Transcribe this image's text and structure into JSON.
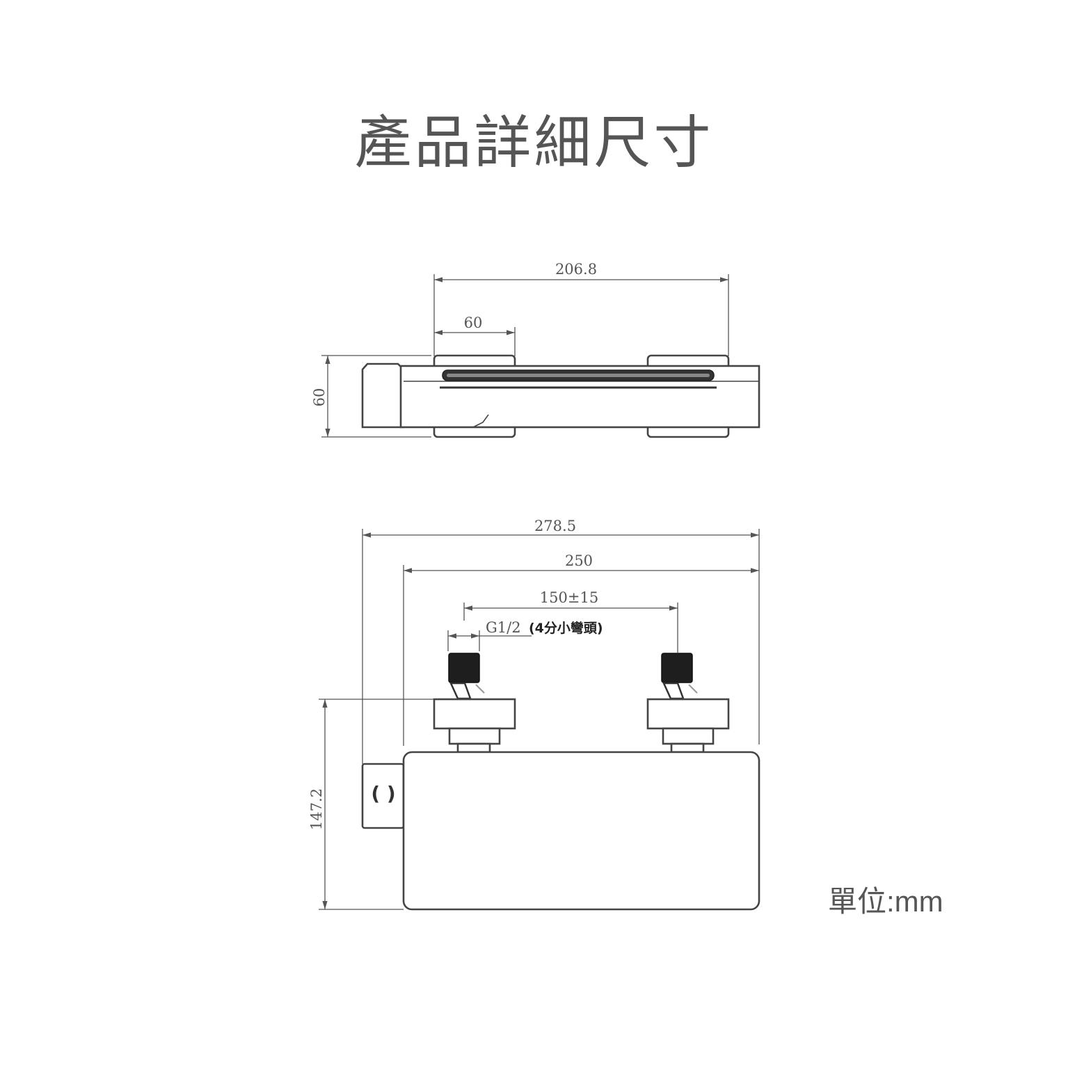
{
  "title": "產品詳細尺寸",
  "unit_label": "單位:mm",
  "top_view": {
    "dim_overall_width": "206.8",
    "dim_handle_width": "60",
    "dim_depth": "60"
  },
  "front_view": {
    "dim_total_width": "278.5",
    "dim_body_width": "250",
    "dim_inlet_spacing": "150±15",
    "dim_thread_label": "G1/2",
    "dim_thread_note": "(4分小彎頭)",
    "dim_height": "147.2",
    "control_glyph": "( )"
  }
}
